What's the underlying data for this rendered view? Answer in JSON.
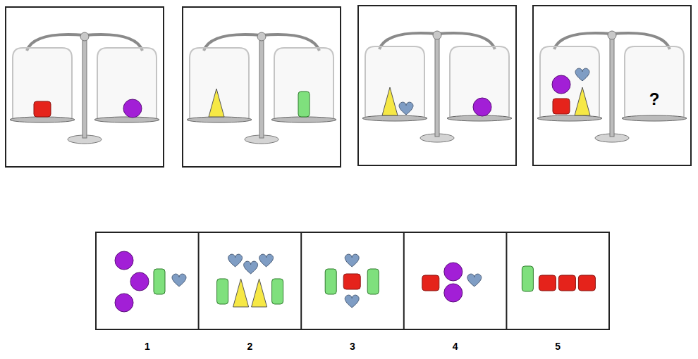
{
  "diagram": {
    "labels": [
      "?",
      "1",
      "2",
      "3",
      "4",
      "5"
    ]
  }
}
